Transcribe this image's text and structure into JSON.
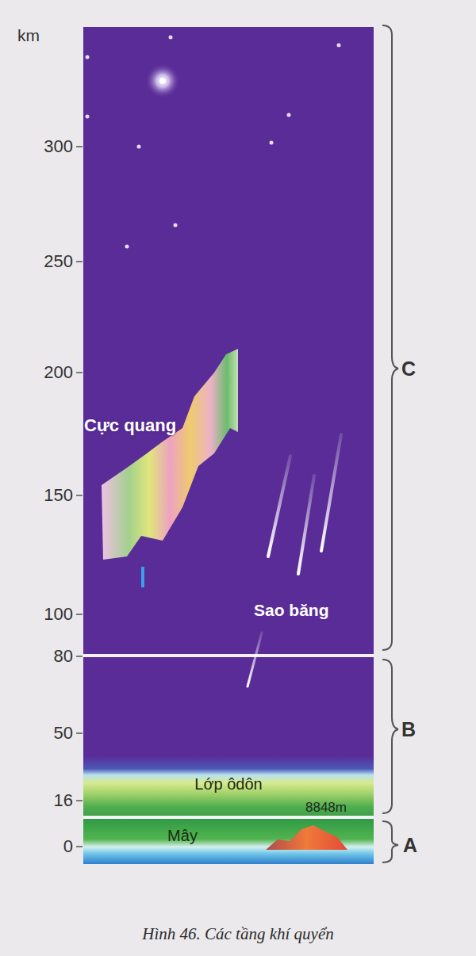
{
  "diagram": {
    "caption": "Hình 46. Các tầng khí quyển",
    "nodes": [
      {
        "text": [
          "Lớp ôdôn"
        ]
      },
      {
        "text": [
          "Mây"
        ]
      }
    ],
    "labels": [
      "km",
      "300",
      "250",
      "200",
      "150",
      "100",
      "80",
      "50",
      "16",
      "0",
      "Cực quang",
      "Sao băng",
      "8848m",
      "C",
      "B",
      "A"
    ]
  }
}
